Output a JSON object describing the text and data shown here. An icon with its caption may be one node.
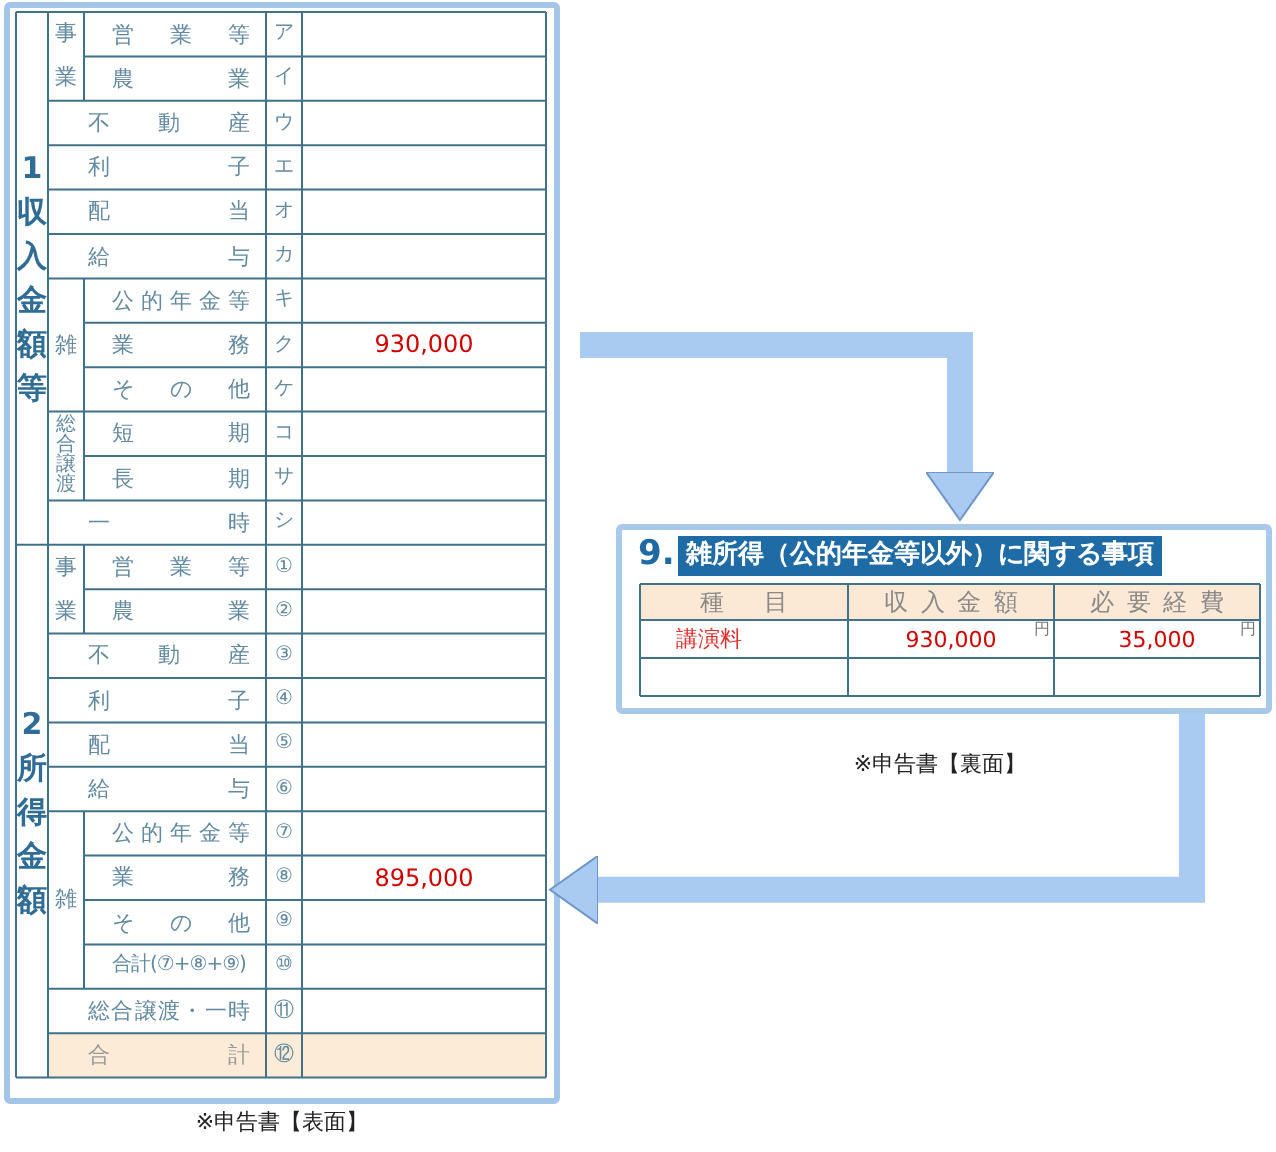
{
  "diagram": {
    "nodes": [
      {
        "text": [],
        "shape": "box"
      },
      {
        "text": [
          "930,000"
        ],
        "in": 0
      },
      {
        "text": [
          "895,000"
        ],
        "in": 0
      },
      {
        "text": [
          "9.",
          "雑所得（公的年金等以外）に関する事項"
        ]
      }
    ],
    "edges": [
      {
        "from": 1,
        "to": 3,
        "arrow": "to"
      },
      {
        "from": 3,
        "to": 2,
        "arrow": "to"
      }
    ],
    "labels": [
      "1 収入金額等",
      "事業",
      "営業等",
      "ア",
      "農業",
      "イ",
      "不動産",
      "ウ",
      "利子",
      "エ",
      "配当",
      "オ",
      "給与",
      "カ",
      "雑",
      "公的年金等",
      "キ",
      "業務",
      "ク",
      "その他",
      "ケ",
      "総合譲渡",
      "短期",
      "コ",
      "長期",
      "サ",
      "一時",
      "シ",
      "2 所得金額",
      "事業",
      "営業等",
      "①",
      "農業",
      "②",
      "不動産",
      "③",
      "利子",
      "④",
      "配当",
      "⑤",
      "給与",
      "⑥",
      "雑",
      "公的年金等",
      "⑦",
      "業務",
      "⑧",
      "その他",
      "⑨",
      "合計(⑦+⑧+⑨)",
      "⑩",
      "総合譲渡・一時",
      "⑪",
      "合計",
      "⑫",
      "種目",
      "収入金額",
      "必要経費",
      "講演料",
      "930,000",
      "円",
      "35,000",
      "円",
      "※申告書【裏面】",
      "※申告書【表面】"
    ]
  }
}
